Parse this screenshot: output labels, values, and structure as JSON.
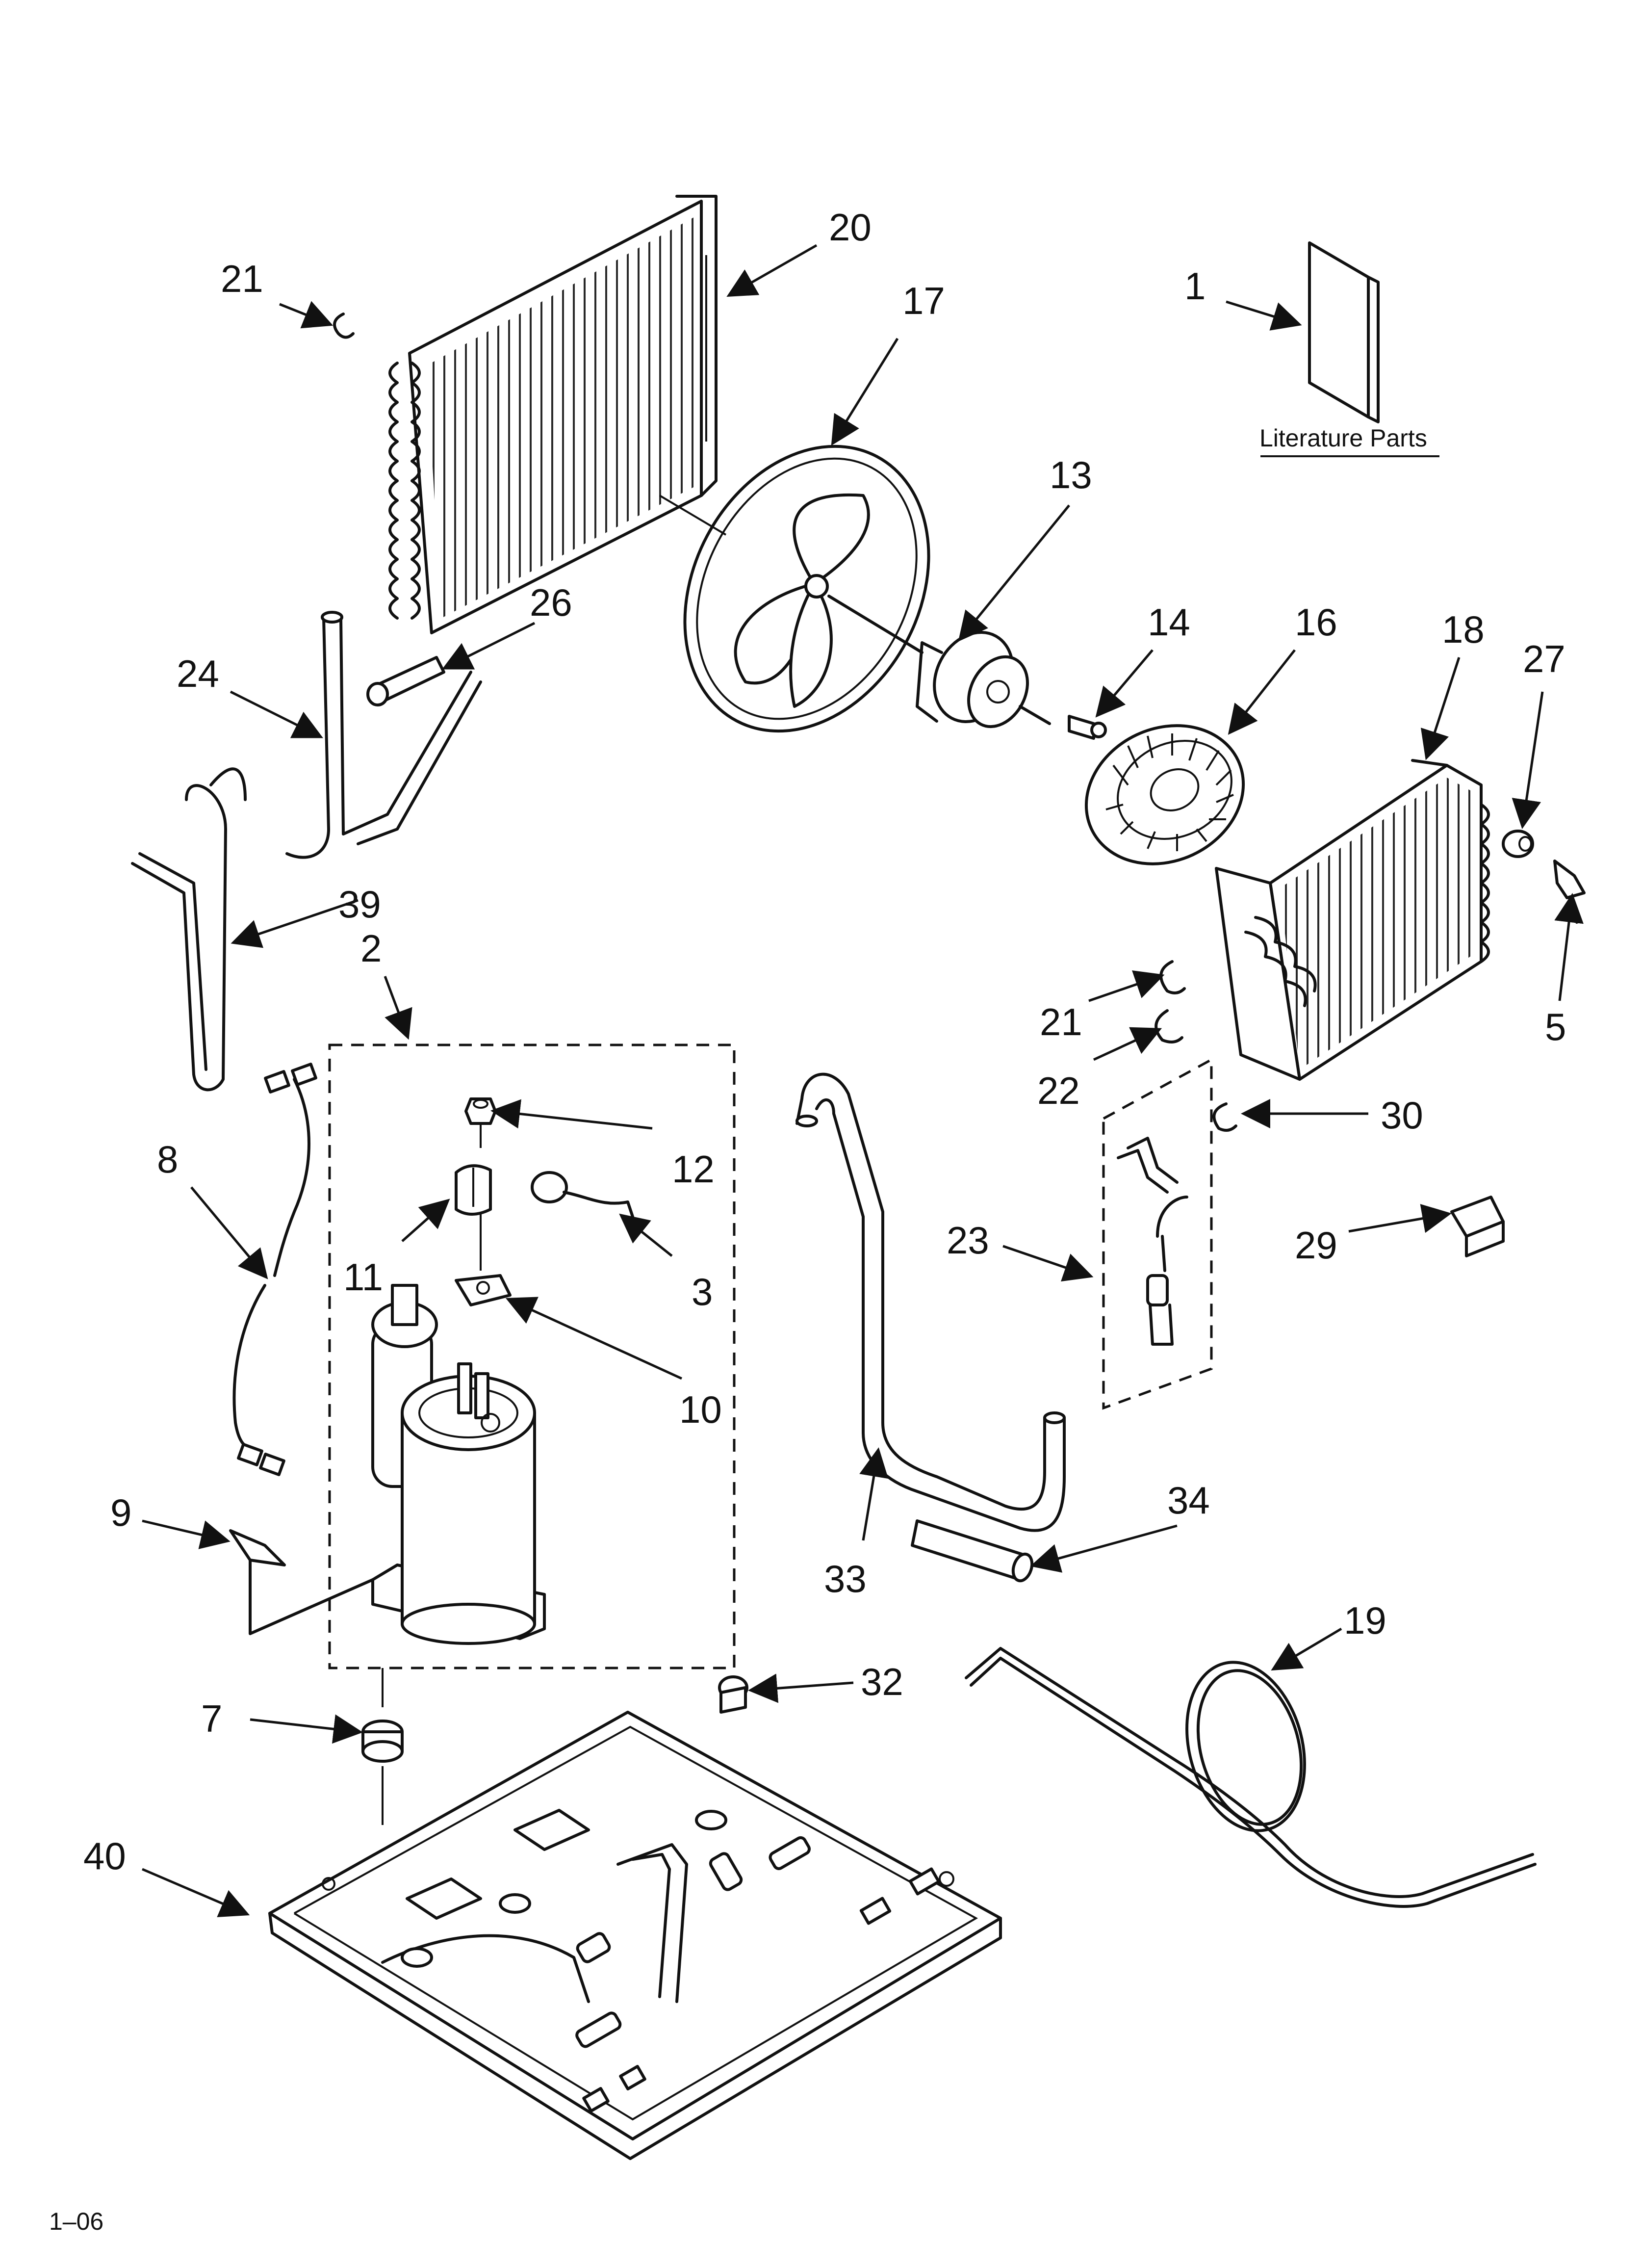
{
  "diagram": {
    "literature_label": "Literature Parts",
    "footer_code": "1–06",
    "callouts": [
      {
        "key": "c1",
        "text": "1"
      },
      {
        "key": "c2",
        "text": "2"
      },
      {
        "key": "c3",
        "text": "3"
      },
      {
        "key": "c5",
        "text": "5"
      },
      {
        "key": "c7",
        "text": "7"
      },
      {
        "key": "c8",
        "text": "8"
      },
      {
        "key": "c9",
        "text": "9"
      },
      {
        "key": "c10",
        "text": "10"
      },
      {
        "key": "c11",
        "text": "11"
      },
      {
        "key": "c12",
        "text": "12"
      },
      {
        "key": "c13",
        "text": "13"
      },
      {
        "key": "c14",
        "text": "14"
      },
      {
        "key": "c16",
        "text": "16"
      },
      {
        "key": "c17",
        "text": "17"
      },
      {
        "key": "c18",
        "text": "18"
      },
      {
        "key": "c19",
        "text": "19"
      },
      {
        "key": "c20",
        "text": "20"
      },
      {
        "key": "c21a",
        "text": "21"
      },
      {
        "key": "c21b",
        "text": "21"
      },
      {
        "key": "c22",
        "text": "22"
      },
      {
        "key": "c23",
        "text": "23"
      },
      {
        "key": "c24",
        "text": "24"
      },
      {
        "key": "c26",
        "text": "26"
      },
      {
        "key": "c27",
        "text": "27"
      },
      {
        "key": "c29",
        "text": "29"
      },
      {
        "key": "c30",
        "text": "30"
      },
      {
        "key": "c32",
        "text": "32"
      },
      {
        "key": "c33",
        "text": "33"
      },
      {
        "key": "c34",
        "text": "34"
      },
      {
        "key": "c39",
        "text": "39"
      },
      {
        "key": "c40",
        "text": "40"
      }
    ]
  }
}
